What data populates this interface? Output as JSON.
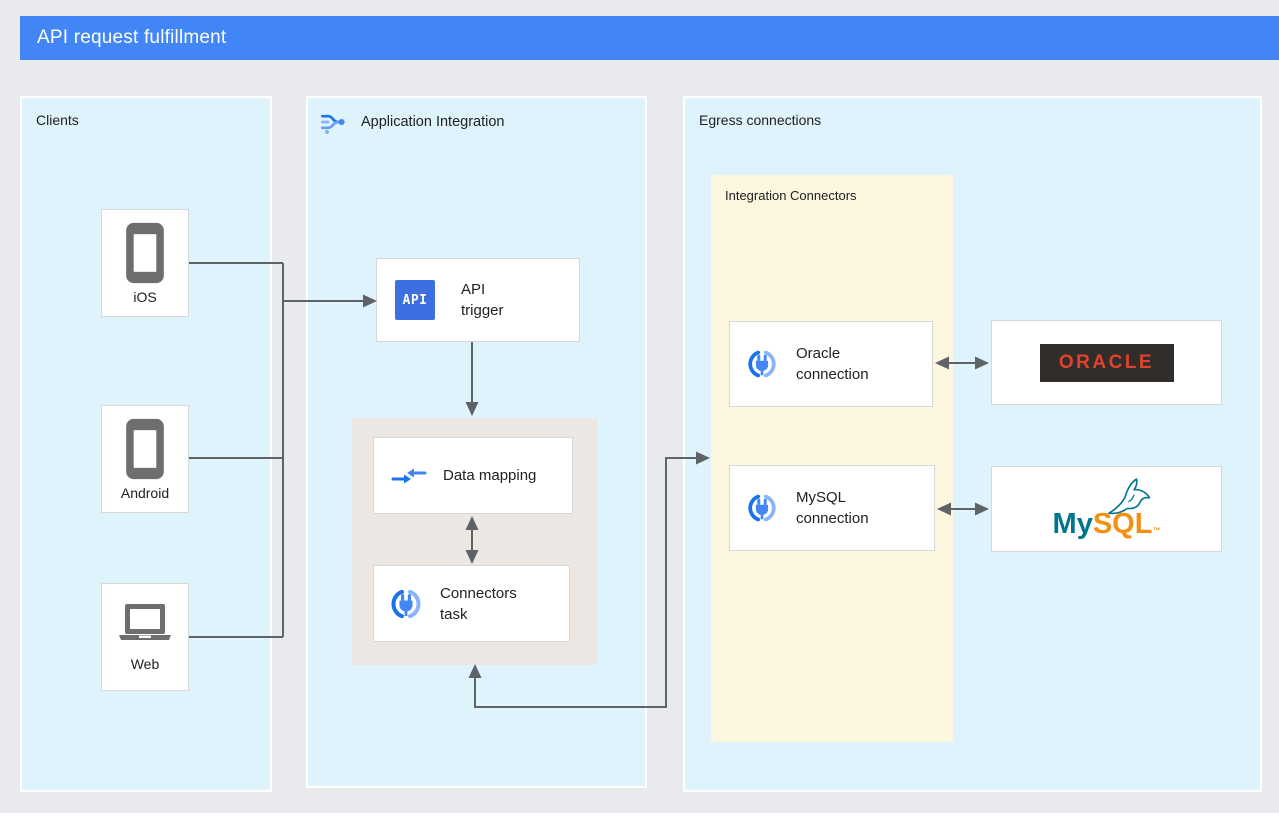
{
  "header": {
    "title": "API request fulfillment"
  },
  "clients": {
    "label": "Clients",
    "items": [
      {
        "label": "iOS",
        "icon": "smartphone-icon"
      },
      {
        "label": "Android",
        "icon": "smartphone-icon"
      },
      {
        "label": "Web",
        "icon": "laptop-icon"
      }
    ]
  },
  "application_integration": {
    "label": "Application Integration",
    "icon": "application-integration-icon",
    "api_trigger": {
      "badge": "API",
      "label": "API trigger"
    },
    "group": {
      "data_mapping": {
        "label": "Data mapping",
        "icon": "data-mapping-icon"
      },
      "connectors_task": {
        "label": "Connectors task",
        "icon": "connector-plug-icon"
      }
    }
  },
  "egress": {
    "label": "Egress connections",
    "integration_connectors": {
      "label": "Integration Connectors",
      "oracle_connection": {
        "label": "Oracle connection",
        "icon": "connector-plug-icon"
      },
      "mysql_connection": {
        "label": "MySQL connection",
        "icon": "connector-plug-icon"
      }
    },
    "oracle_logo": {
      "text": "ORACLE"
    },
    "mysql_logo": {
      "text_my": "My",
      "text_sql": "SQL",
      "tm": "™",
      "icon": "mysql-dolphin-icon"
    }
  },
  "colors": {
    "header_bg": "#4285F4",
    "panel_blue": "#DFF3FC",
    "group_gray": "#ECE7E3",
    "group_yellow": "#FDF6DE",
    "canvas_bg": "#E9EAED",
    "arrow_gray": "#5F6368",
    "device_icon_gray": "#6E6E6E",
    "google_blue": "#4285F4",
    "google_blue_dark": "#1A73E8",
    "google_blue_light": "#8AB4F8",
    "oracle_red": "#E0432D",
    "oracle_badge_bg": "#312D2B",
    "mysql_teal": "#00758F",
    "mysql_orange": "#F29111"
  }
}
